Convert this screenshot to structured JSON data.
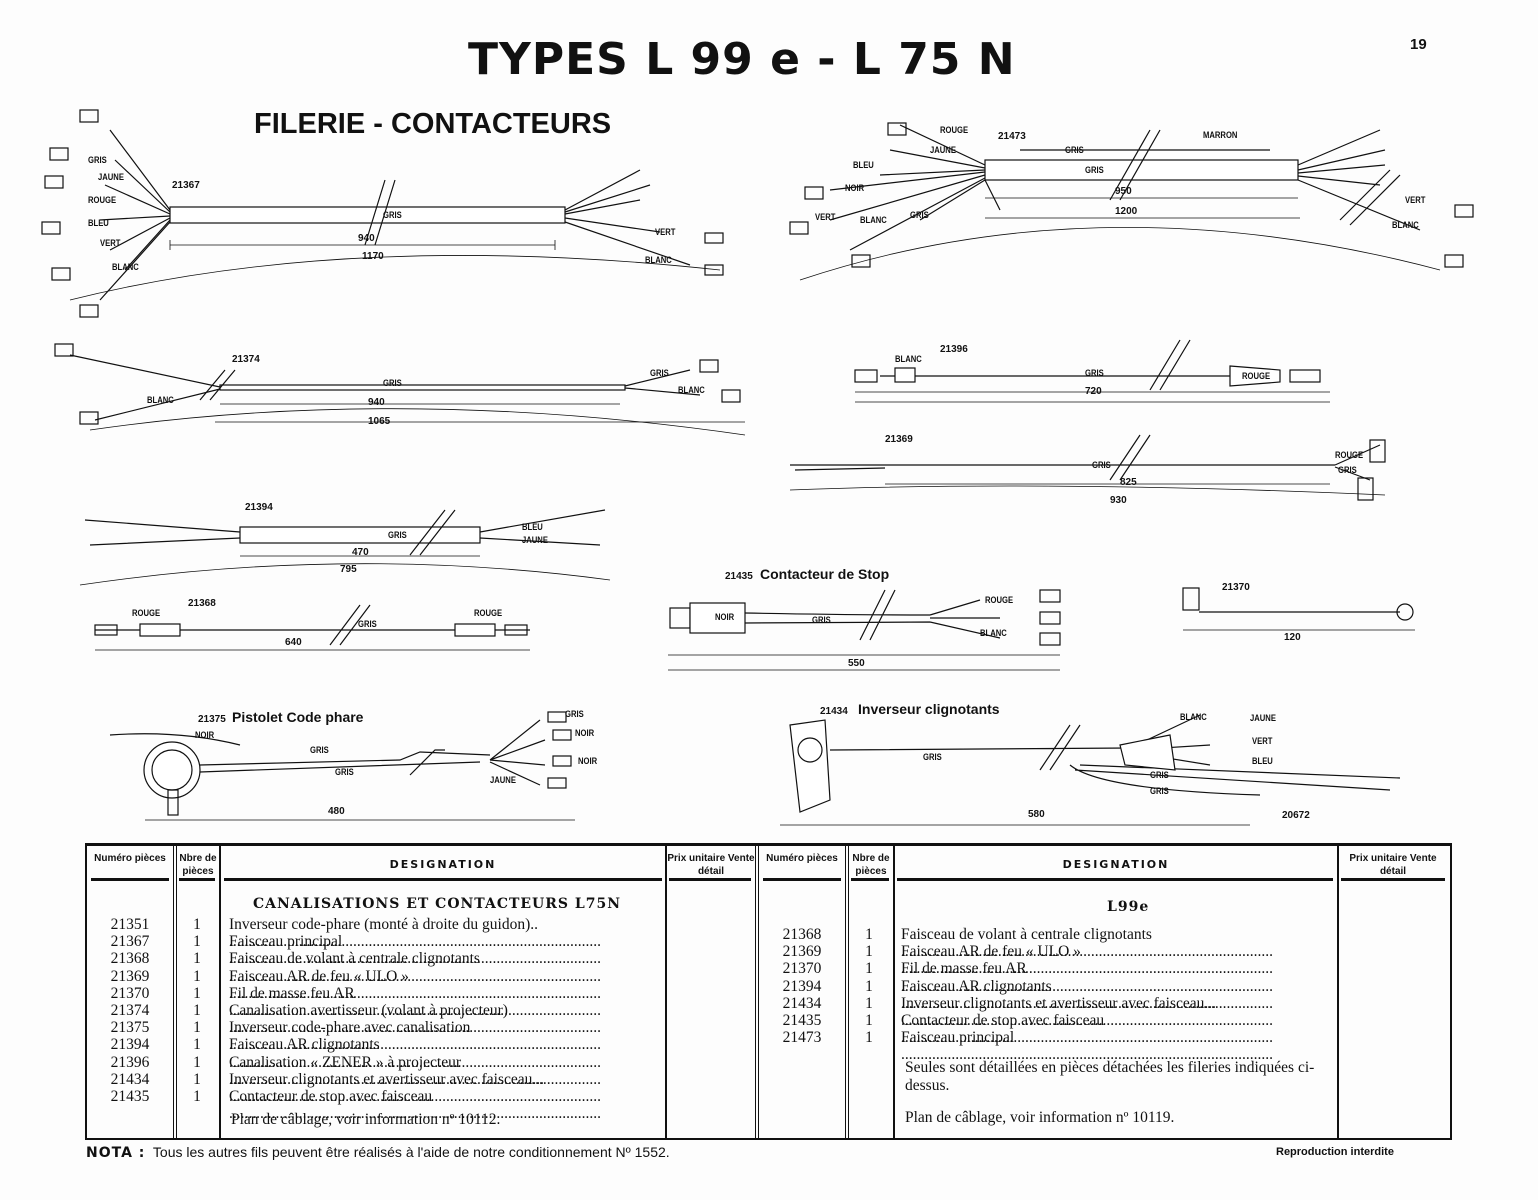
{
  "header": {
    "title": "TYPES  L 99 e  -  L 75 N",
    "page_number": "19",
    "subtitle": "FILERIE   -   CONTACTEURS"
  },
  "diagrams": [
    {
      "ref": "21367",
      "labels": [
        "GRIS",
        "940",
        "1170",
        "GRIS",
        "JAUNE",
        "ROUGE",
        "BLEU",
        "VERT",
        "BLANC",
        "VERT",
        "BLANC"
      ]
    },
    {
      "ref": "21473",
      "labels": [
        "MARRON",
        "GRIS",
        "GRIS",
        "950",
        "1200",
        "ROUGE",
        "JAUNE",
        "BLEU",
        "NOIR",
        "VERT",
        "BLANC",
        "GRIS",
        "VERT",
        "BLANC"
      ]
    },
    {
      "ref": "21374",
      "labels": [
        "GRIS",
        "940",
        "1065",
        "BLANC",
        "GRIS",
        "BLANC"
      ]
    },
    {
      "ref": "21396",
      "labels": [
        "BLANC",
        "GRIS",
        "720",
        "ROUGE"
      ]
    },
    {
      "ref": "21369",
      "labels": [
        "GRIS",
        "825",
        "930",
        "ROUGE",
        "GRIS"
      ]
    },
    {
      "ref": "21394",
      "labels": [
        "GRIS",
        "470",
        "795",
        "BLEU",
        "JAUNE"
      ]
    },
    {
      "ref": "21368",
      "labels": [
        "ROUGE",
        "GRIS",
        "ROUGE",
        "640"
      ]
    },
    {
      "ref": "21435",
      "caption": "Contacteur de Stop",
      "labels": [
        "NOIR",
        "GRIS",
        "ROUGE",
        "BLANC",
        "550"
      ]
    },
    {
      "ref": "21370",
      "labels": [
        "120"
      ]
    },
    {
      "ref": "21375",
      "caption": "Pistolet Code phare",
      "labels": [
        "NOIR",
        "GRIS",
        "GRIS",
        "480",
        "GRIS",
        "NOIR",
        "NOIR",
        "JAUNE"
      ]
    },
    {
      "ref": "21434",
      "caption": "Inverseur clignotants",
      "labels": [
        "GRIS",
        "BLANC",
        "JAUNE",
        "VERT",
        "BLEU",
        "GRIS",
        "GRIS",
        "580",
        "20672"
      ]
    }
  ],
  "table": {
    "headers": {
      "numero": "Numéro pièces",
      "nbre": "Nbre de pièces",
      "designation": "DESIGNATION",
      "prix": "Prix unitaire Vente détail"
    },
    "left": {
      "section": "CANALISATIONS  ET  CONTACTEURS  L75N",
      "rows": [
        {
          "num": "21351",
          "qty": "1",
          "des": "Inverseur code-phare (monté à droite du guidon).."
        },
        {
          "num": "21367",
          "qty": "1",
          "des": "Faisceau principal"
        },
        {
          "num": "21368",
          "qty": "1",
          "des": "Faisceau de volant à centrale clignotants"
        },
        {
          "num": "21369",
          "qty": "1",
          "des": "Faisceau AR de feu « ULO »"
        },
        {
          "num": "21370",
          "qty": "1",
          "des": "Fil de masse feu AR"
        },
        {
          "num": "21374",
          "qty": "1",
          "des": "Canalisation avertisseur (volant à projecteur)"
        },
        {
          "num": "21375",
          "qty": "1",
          "des": "Inverseur code-phare avec canalisation"
        },
        {
          "num": "21394",
          "qty": "1",
          "des": "Faisceau AR clignotants"
        },
        {
          "num": "21396",
          "qty": "1",
          "des": "Canalisation « ZENER » à projecteur"
        },
        {
          "num": "21434",
          "qty": "1",
          "des": "Inverseur clignotants et avertisseur avec faisceau..."
        },
        {
          "num": "21435",
          "qty": "1",
          "des": "Contacteur de stop avec faisceau"
        }
      ],
      "note": "Plan de câblage, voir information nº 10112."
    },
    "right": {
      "section": "L99e",
      "rows": [
        {
          "num": "21368",
          "qty": "1",
          "des": "Faisceau de volant à centrale clignotants"
        },
        {
          "num": "21369",
          "qty": "1",
          "des": "Faisceau AR de feu « ULO »"
        },
        {
          "num": "21370",
          "qty": "1",
          "des": "Fil de masse feu AR"
        },
        {
          "num": "21394",
          "qty": "1",
          "des": "Faisceau AR clignotants"
        },
        {
          "num": "21434",
          "qty": "1",
          "des": "Inverseur clignotants et avertisseur avec faisceau..."
        },
        {
          "num": "21435",
          "qty": "1",
          "des": "Contacteur de stop avec faisceau"
        },
        {
          "num": "21473",
          "qty": "1",
          "des": "Faisceau principal"
        }
      ],
      "remark": "Seules sont détaillées en pièces détachées les fileries indiquées ci-dessus.",
      "note": "Plan de câblage, voir information nº 10119."
    }
  },
  "footer": {
    "nota_label": "NOTA :",
    "nota": "Tous les autres fils peuvent être réalisés à l'aide de notre conditionnement Nº 1552.",
    "copyright": "Reproduction interdite"
  }
}
